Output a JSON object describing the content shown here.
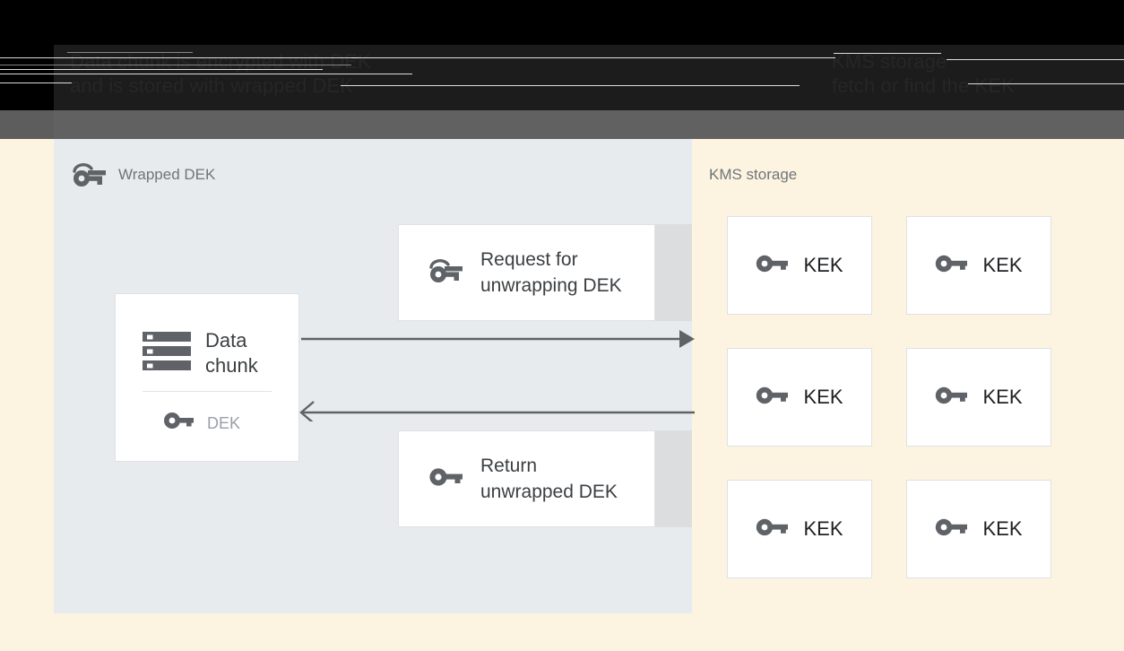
{
  "banner": {
    "left_caption": "Data chunk is encrypted with DEK\nand is stored with wrapped DEK",
    "right_caption": "KMS storage\nfetch or find the KEK"
  },
  "left_panel": {
    "title": "Wrapped DEK",
    "title_icon": "wrapped-key-icon",
    "data_card": {
      "icon": "server-stack-icon",
      "label": "Data\nchunk",
      "key_icon": "key-icon",
      "key_label": "DEK"
    },
    "messages": [
      {
        "icon": "wrapped-key-icon",
        "label": "Request for\nunwrapping DEK",
        "direction": "right"
      },
      {
        "icon": "key-icon",
        "label": "Return\nunwrapped DEK",
        "direction": "left"
      }
    ],
    "arrows": [
      {
        "name": "request-arrow",
        "direction": "right"
      },
      {
        "name": "return-arrow",
        "direction": "left"
      }
    ]
  },
  "right_panel": {
    "title": "KMS storage",
    "keys": [
      {
        "icon": "key-icon",
        "label": "KEK"
      },
      {
        "icon": "key-icon",
        "label": "KEK"
      },
      {
        "icon": "key-icon",
        "label": "KEK"
      },
      {
        "icon": "key-icon",
        "label": "KEK"
      },
      {
        "icon": "key-icon",
        "label": "KEK"
      },
      {
        "icon": "key-icon",
        "label": "KEK"
      }
    ]
  },
  "colors": {
    "page_background": "#fcf4e0",
    "left_panel": "#e8ebee",
    "card_background": "#ffffff",
    "card_border": "#dfe1e5",
    "shadow_strip": "#dcdddf",
    "icon_grey": "#5f6368",
    "text_primary": "#3c4043",
    "text_muted": "#70757a",
    "arrow": "#5f6368",
    "banner_black": "#000000",
    "banner_dark": "#1c1c1c",
    "banner_grey": "#616161"
  }
}
